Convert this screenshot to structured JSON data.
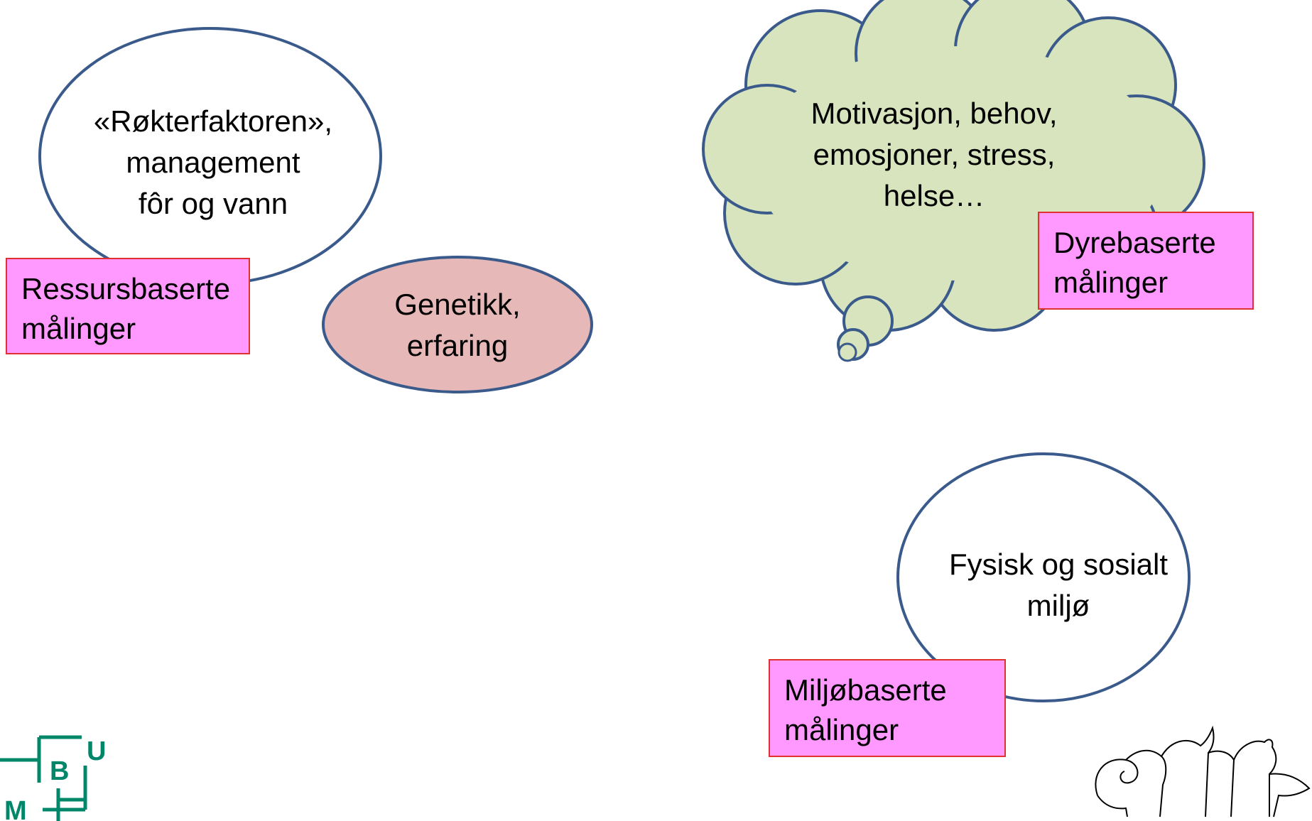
{
  "resource": {
    "bubble_lines": [
      "«Røkterfaktoren»,",
      "management",
      "fôr og vann"
    ],
    "label_lines": [
      "Ressursbaserte",
      "målinger"
    ]
  },
  "genetics": {
    "bubble_lines": [
      "Genetikk,",
      "erfaring"
    ]
  },
  "animal": {
    "cloud_lines": [
      "Motivasjon, behov,",
      "emosjoner, stress,",
      "helse…"
    ],
    "label_lines": [
      "Dyrebaserte",
      "målinger"
    ]
  },
  "environment": {
    "bubble_lines": [
      "Fysisk og sosialt",
      "miljø"
    ],
    "label_lines": [
      "Miljøbaserte",
      "målinger"
    ]
  },
  "logo": {
    "letters": [
      "B",
      "U",
      "M"
    ]
  },
  "colors": {
    "outline": "#3a5a8c",
    "cloud_fill": "#d7e4bd",
    "genetics_fill": "#e6b8b7",
    "label_fill": "#ff99ff",
    "label_border": "#e03030",
    "logo_green": "#00876a"
  }
}
